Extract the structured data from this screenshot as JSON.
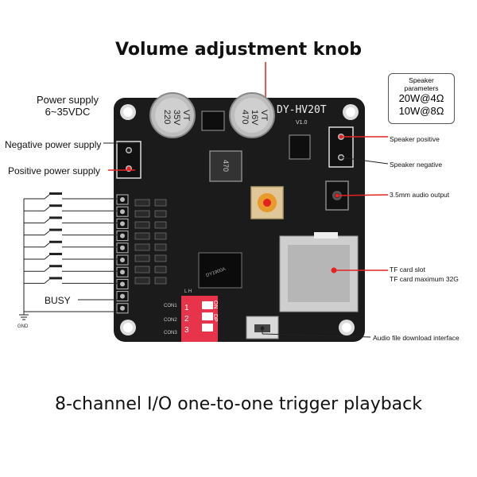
{
  "title": "Volume adjustment knob",
  "footer": "8-channel I/O one-to-one trigger playback",
  "board": {
    "model": "DY-HV20T",
    "version": "V1.0",
    "cap1": [
      "220",
      "35V",
      "VT"
    ],
    "cap2": [
      "470",
      "16V",
      "VT"
    ],
    "inductor": "470",
    "chip": "DY1900A",
    "dip_labels": [
      "ON",
      "DP"
    ],
    "dip_numbers": [
      "1",
      "2",
      "3"
    ],
    "con_labels": [
      "CON1",
      "CON2",
      "CON3"
    ],
    "lh": "L H"
  },
  "labels": {
    "power_supply_line1": "Power supply",
    "power_supply_line2": "6~35VDC",
    "neg_power": "Negative power supply",
    "pos_power": "Positive power supply",
    "busy": "BUSY",
    "gnd": "GND",
    "speaker_positive": "Speaker positive",
    "speaker_negative": "Speaker negative",
    "audio_out": "3.5mm audio output",
    "tf_slot": "TF card slot",
    "tf_max": "TF card maximum 32G",
    "download": "Audio file download interface"
  },
  "speaker_params": {
    "title_line1": "Speaker",
    "title_line2": "parameters",
    "spec1": "20W@4Ω",
    "spec2": "10W@8Ω"
  },
  "colors": {
    "pcb": "#1b1b1b",
    "callout_red": "#e52222",
    "dip_red": "#e8344a",
    "knob_orange": "#e89a2a",
    "silver": "#c9c9c9"
  }
}
